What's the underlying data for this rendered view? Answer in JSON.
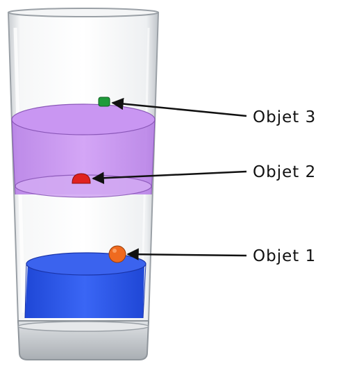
{
  "labels": {
    "object_3": "Objet 3",
    "object_2": "Objet 2",
    "object_1": "Objet 1"
  },
  "colors": {
    "glass_outline": "#9aa0a6",
    "glass_tint": "#e9ecef",
    "liquid_top": "#c58cf0",
    "liquid_top_edge": "#8a57b8",
    "liquid_bottom": "#2d5cf2",
    "liquid_bottom_edge": "#1a34a8",
    "object_3": "#1f9b3a",
    "object_2": "#e0221f",
    "object_1": "#ef6a1f",
    "arrow": "#111111"
  }
}
